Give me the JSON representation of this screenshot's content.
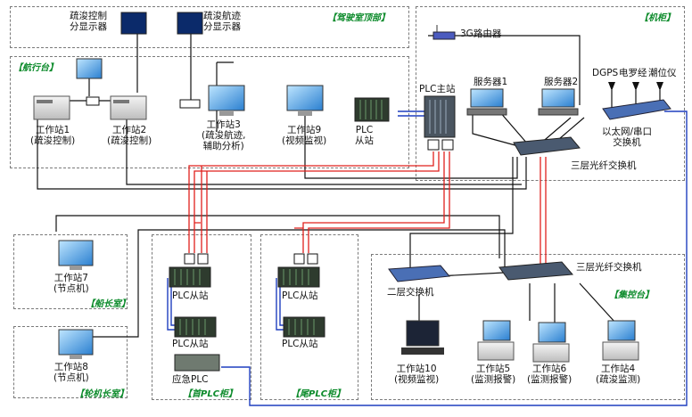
{
  "areas": {
    "bridge_top": "【驾驶室顶部】",
    "nav_deck": "【航行台】",
    "cabinet": "【机柜】",
    "captain": "【船长室】",
    "chief_engineer": "【轮机长室】",
    "bow_plc": "【首PLC柜】",
    "stern_plc": "【尾PLC柜】",
    "control": "【集控台】"
  },
  "labels": {
    "disp1": "疏浚控制\n分显示器",
    "disp2": "疏浚航迹\n分显示器",
    "router": "3G路由器",
    "server1": "服务器1",
    "server2": "服务器2",
    "dgps": "DGPS",
    "compass": "电罗经",
    "tide": "潮位仪",
    "eth_serial": "以太网/串口\n交换机",
    "l3_switch_a": "三层光纤交换机",
    "plc_master": "PLC主站",
    "plc_slave_top": "PLC\n从站",
    "ws1": "工作站1\n(疏浚控制)",
    "ws2": "工作站2\n(疏浚控制)",
    "ws3": "工作站3\n(疏浚航迹,\n辅助分析)",
    "ws9": "工作站9\n(视频监视)",
    "ws7": "工作站7\n(节点机)",
    "ws8": "工作站8\n(节点机)",
    "bow_plc1": "PLC从站",
    "bow_plc2": "PLC从站",
    "emergency_plc": "应急PLC",
    "stern_plc1": "PLC从站",
    "stern_plc2": "PLC从站",
    "l2_switch": "二层交换机",
    "l3_switch_b": "三层光纤交换机",
    "ws10": "工作站10\n(视频监视)",
    "ws5": "工作站5\n(监测报警)",
    "ws6": "工作站6\n(监测报警)",
    "ws4": "工作站4\n(疏浚监测)"
  },
  "colors": {
    "fiber": "#e0201c",
    "bus": "#1f3fbf",
    "ethernet": "#111111",
    "tag": "#0b8a2a",
    "border": "#7a7a7a"
  }
}
